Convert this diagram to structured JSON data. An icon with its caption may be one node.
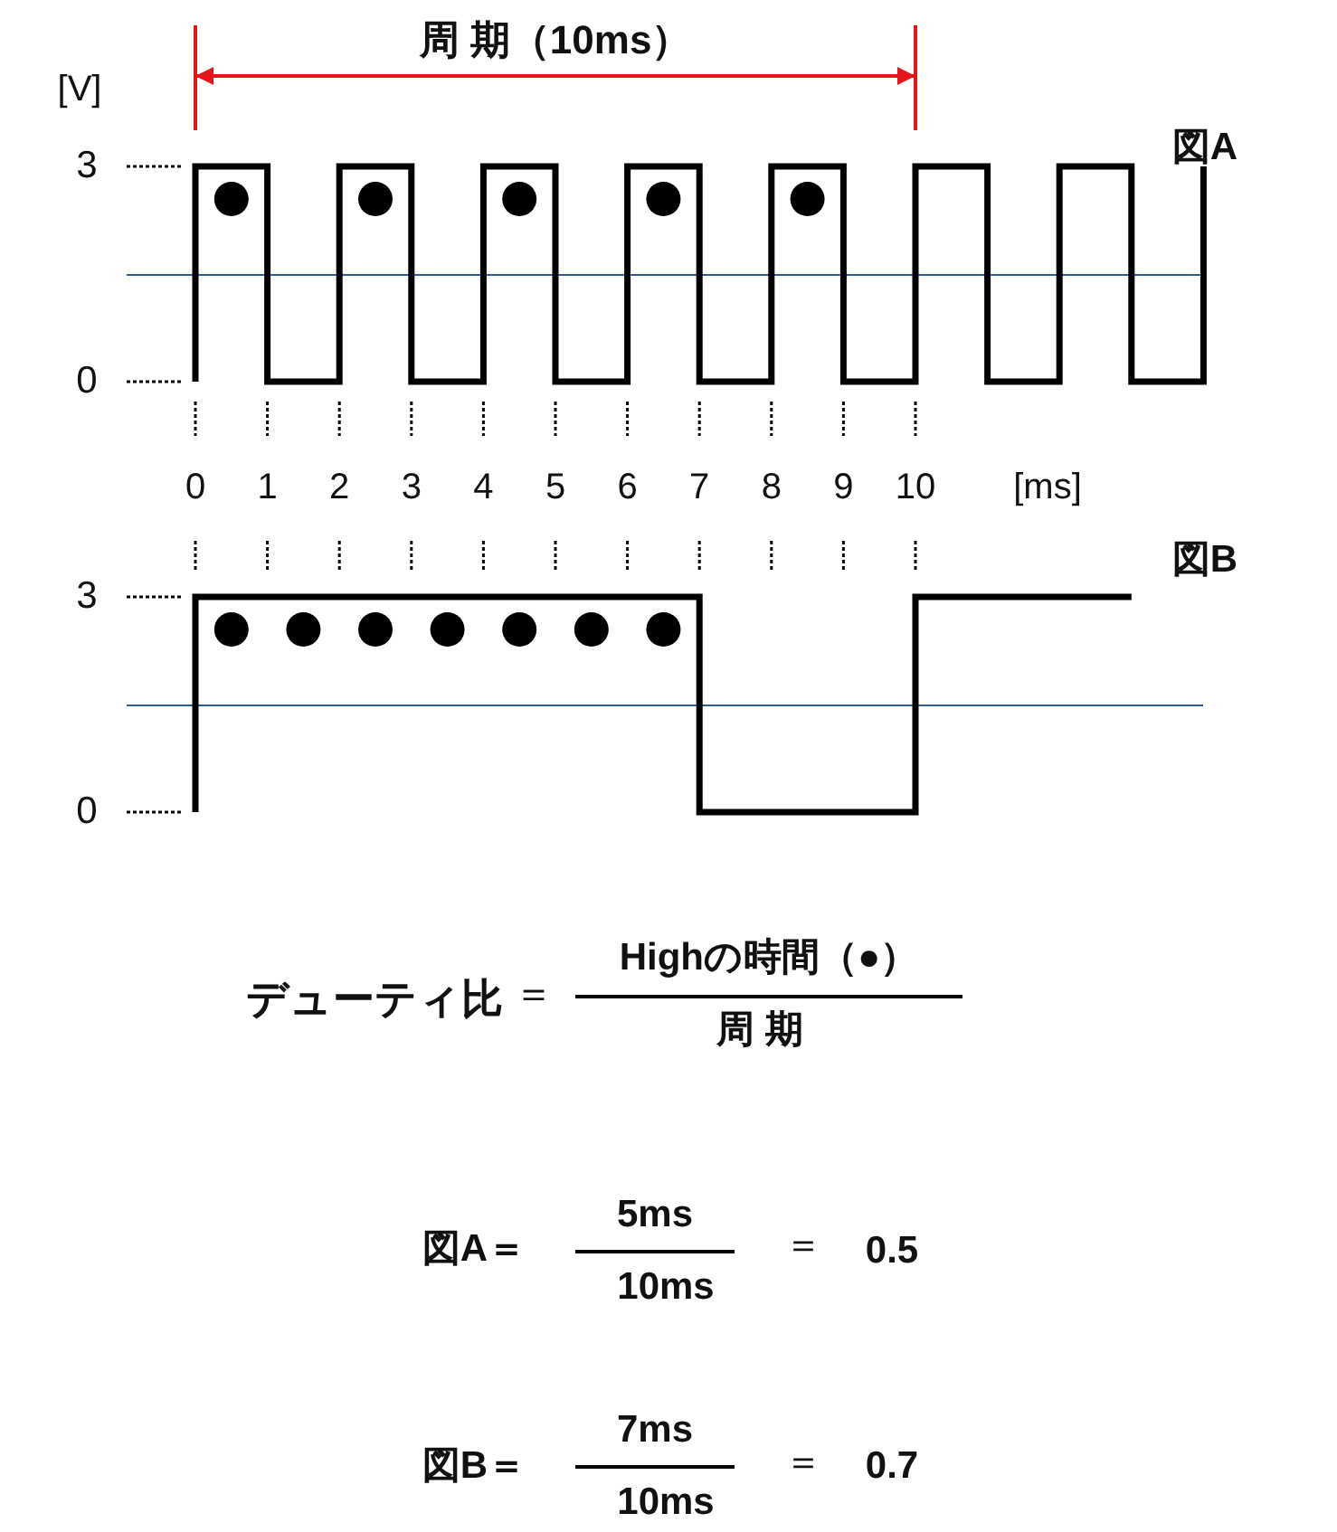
{
  "diagram": {
    "labels": [
      "周 期（10ms）",
      "[V]",
      "3",
      "図A",
      "0",
      "0",
      "1",
      "2",
      "3",
      "4",
      "5",
      "6",
      "7",
      "8",
      "9",
      "10",
      "[ms]",
      "図B",
      "3",
      "0",
      "デューティ比",
      "＝",
      "Highの時間（●）",
      "周 期",
      "図A＝",
      "5ms",
      "10ms",
      "＝",
      "0.5",
      "図B＝",
      "7ms",
      "10ms",
      "＝",
      "0.7"
    ]
  }
}
